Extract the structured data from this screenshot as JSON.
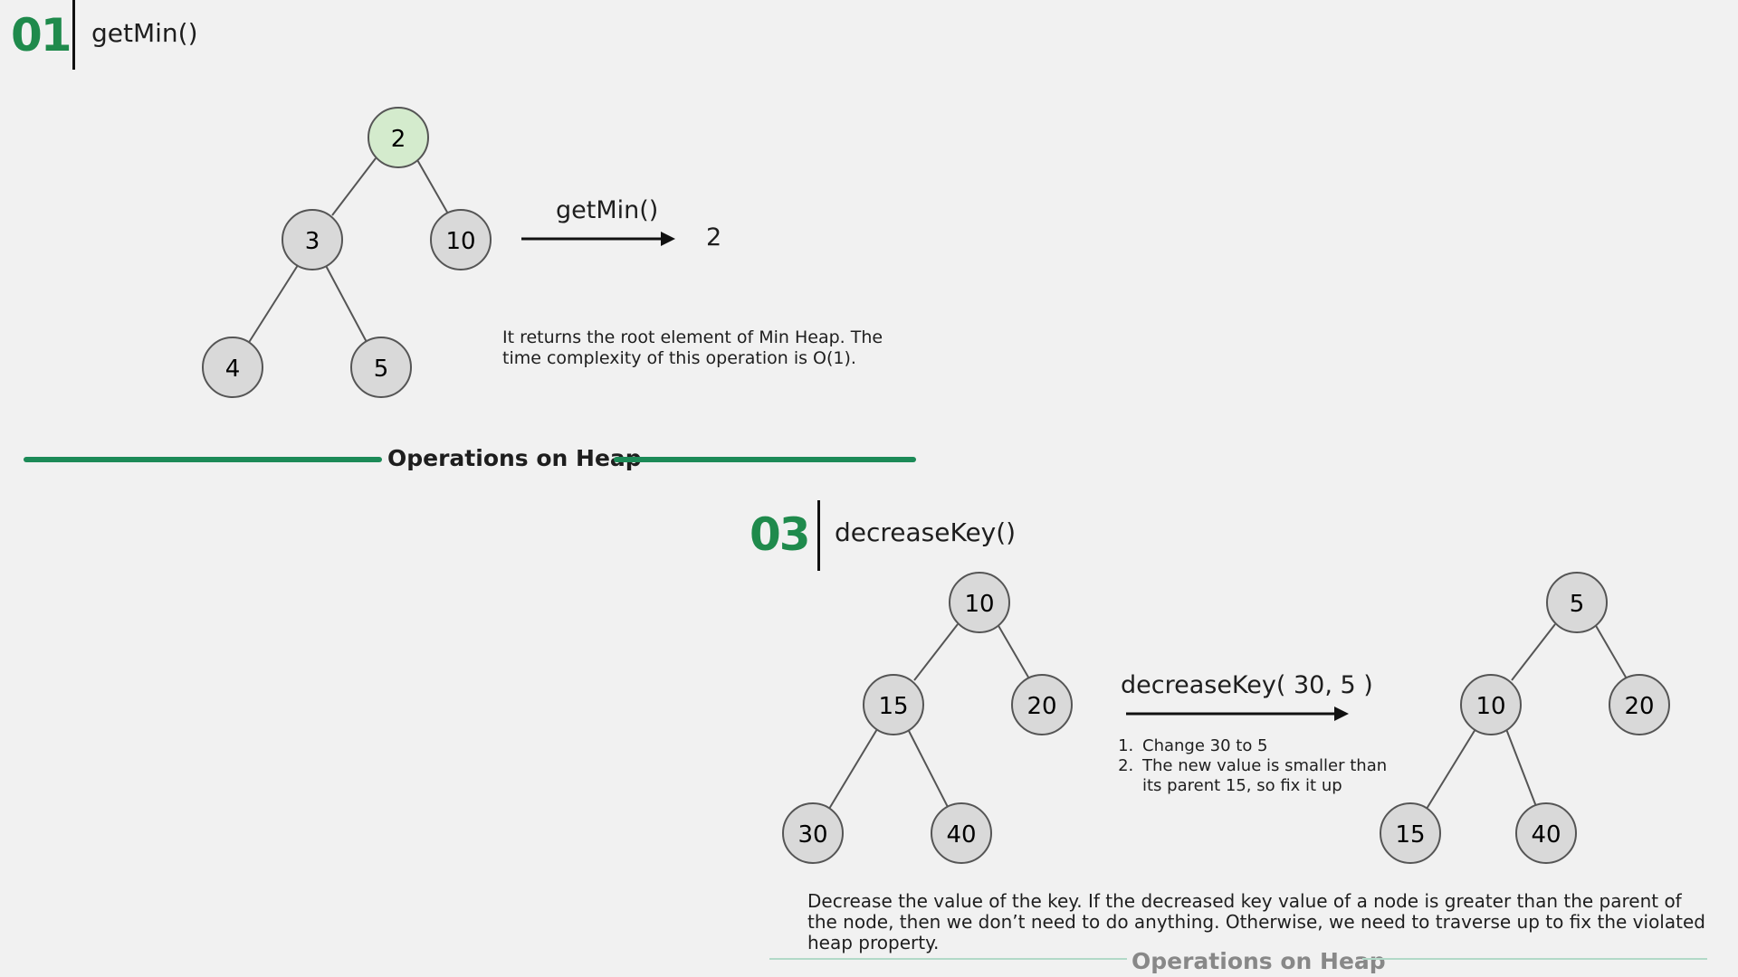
{
  "colors": {
    "accent_green": "#1f8a4c",
    "divider_green": "#1c8a57",
    "node_fill": "#d9d9d9",
    "root_highlight_fill": "#d4ebcd",
    "node_stroke": "#555555"
  },
  "section1": {
    "number": "01",
    "title": "getMin()",
    "tree": {
      "nodes": [
        {
          "id": "n2",
          "value": "2",
          "highlight": true
        },
        {
          "id": "n3",
          "value": "3"
        },
        {
          "id": "n10",
          "value": "10"
        },
        {
          "id": "n4",
          "value": "4"
        },
        {
          "id": "n5",
          "value": "5"
        }
      ],
      "edges": [
        [
          "n2",
          "n3"
        ],
        [
          "n2",
          "n10"
        ],
        [
          "n3",
          "n4"
        ],
        [
          "n3",
          "n5"
        ]
      ]
    },
    "operation_label": "getMin()",
    "result": "2",
    "description": "It returns the root element of Min Heap. The time complexity of this operation is O(1)."
  },
  "divider": {
    "label": "Operations on Heap"
  },
  "section3": {
    "number": "03",
    "title": "decreaseKey()",
    "tree_before": {
      "nodes": [
        {
          "id": "b10",
          "value": "10"
        },
        {
          "id": "b15",
          "value": "15"
        },
        {
          "id": "b20",
          "value": "20"
        },
        {
          "id": "b30",
          "value": "30"
        },
        {
          "id": "b40",
          "value": "40"
        }
      ],
      "edges": [
        [
          "b10",
          "b15"
        ],
        [
          "b10",
          "b20"
        ],
        [
          "b15",
          "b30"
        ],
        [
          "b15",
          "b40"
        ]
      ]
    },
    "operation_label": "decreaseKey( 30, 5 )",
    "steps": [
      "Change 30 to 5",
      "The new value is smaller than its parent 15, so fix it up"
    ],
    "tree_after": {
      "nodes": [
        {
          "id": "a5",
          "value": "5"
        },
        {
          "id": "a10",
          "value": "10"
        },
        {
          "id": "a20",
          "value": "20"
        },
        {
          "id": "a15",
          "value": "15"
        },
        {
          "id": "a40",
          "value": "40"
        }
      ],
      "edges": [
        [
          "a5",
          "a10"
        ],
        [
          "a5",
          "a20"
        ],
        [
          "a10",
          "a15"
        ],
        [
          "a10",
          "a40"
        ]
      ]
    },
    "description": "Decrease the value of the key. If the decreased key value of a node is greater than the parent of the node, then we don’t need to do anything. Otherwise, we need to traverse up to fix the violated heap property."
  },
  "bottom_divider": {
    "label": "Operations on Heap"
  }
}
